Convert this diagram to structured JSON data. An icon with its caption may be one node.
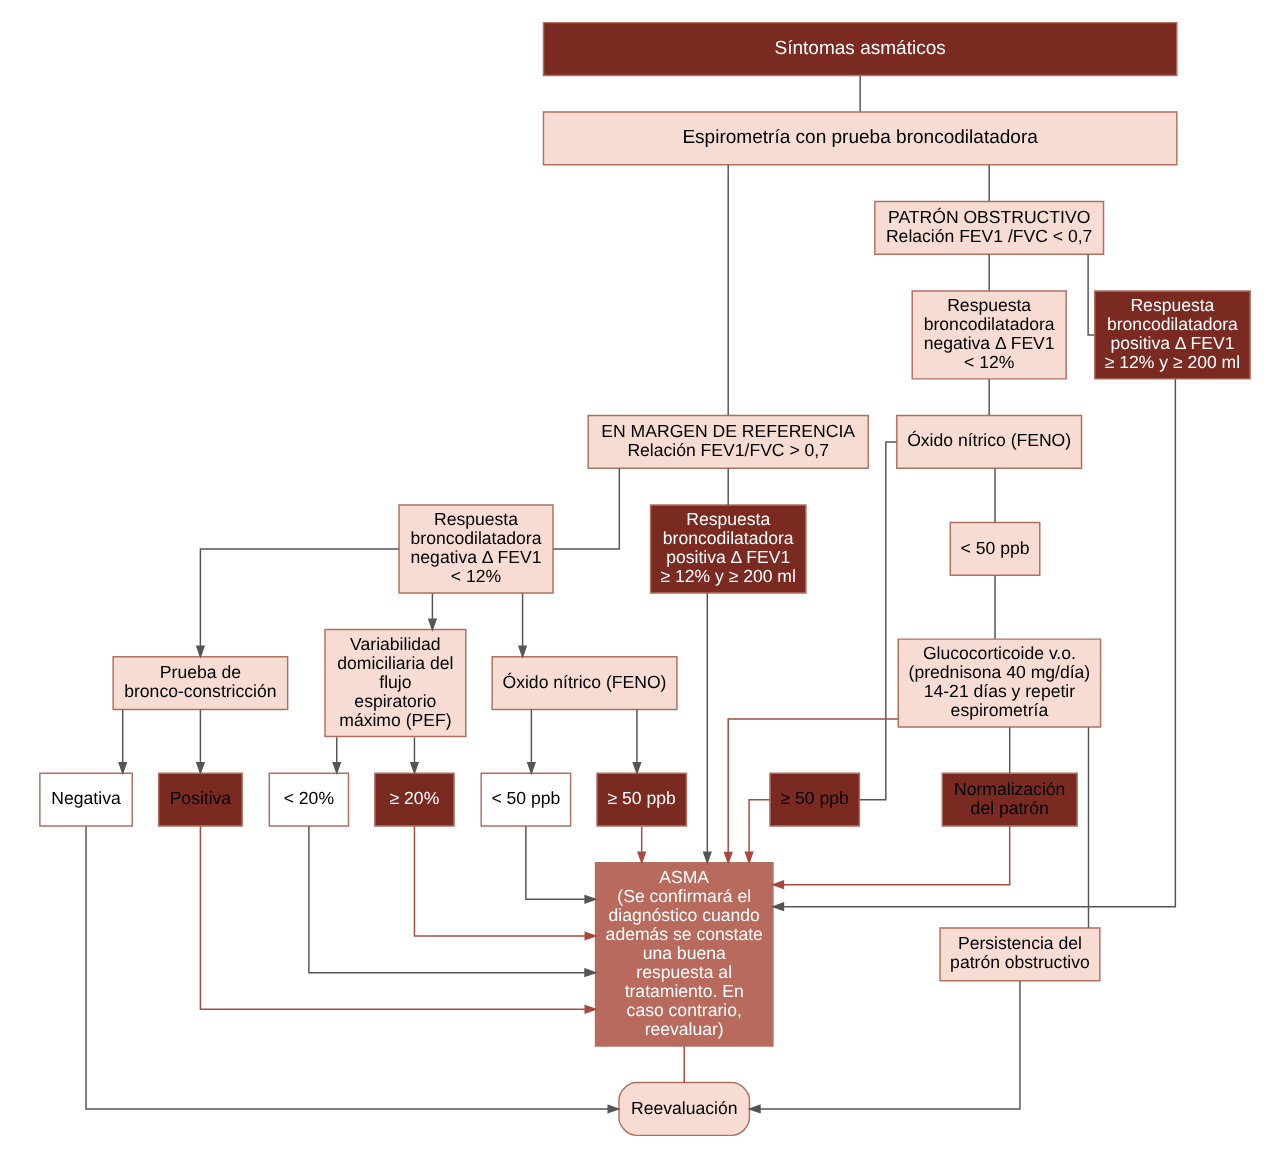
{
  "diagram": {
    "nodes": [
      {
        "text": [
          "Síntomas asmáticos"
        ]
      },
      {
        "text": [
          "Espirometría con prueba broncodilatadora"
        ]
      },
      {
        "text": [
          "EN MARGEN DE REFERENCIA",
          "Relación FEV1/FVC > 0,7"
        ]
      },
      {
        "text": [
          "PATRÓN OBSTRUCTIVO",
          "Relación FEV1 /FVC < 0,7"
        ]
      },
      {
        "text": [
          "Respuesta broncodilatadora negativa Δ FEV1 < 12%"
        ]
      },
      {
        "text": [
          "Respuesta broncodilatadora positiva Δ FEV1 ≥ 12% y ≥ 200 ml"
        ]
      },
      {
        "text": [
          "Respuesta broncodilatadora positiva Δ FEV1 ≥ 12% y ≥ 200 ml"
        ]
      },
      {
        "text": [
          "Respuesta broncodilatadora negativa Δ FEV1 < 12%"
        ]
      },
      {
        "text": [
          "Óxido nítrico (FENO)"
        ]
      },
      {
        "text": [
          "≥ 50 ppb"
        ]
      },
      {
        "text": [
          "< 50 ppb"
        ]
      },
      {
        "text": [
          "ASMA",
          "(Se confirmará el diagnóstico cuando además se constate una buena respuesta al tratamiento. En caso contrario, reevaluar)"
        ]
      },
      {
        "text": [
          "Variabilidad domiciliaria del flujo espiratorio máximo (PEF)"
        ]
      },
      {
        "text": [
          "≥ 20%"
        ]
      },
      {
        "text": [
          "< 20%"
        ]
      },
      {
        "text": [
          "Glucocorticoide v.o. (prednisona 40 mg/día) 14-21 días y repetir espirometría"
        ]
      },
      {
        "text": [
          "Óxido nítrico (FENO)"
        ]
      },
      {
        "text": [
          "≥ 50 ppb"
        ]
      },
      {
        "text": [
          "< 50 ppb"
        ]
      },
      {
        "text": [
          "Normalización del patrón"
        ]
      },
      {
        "text": [
          "Prueba de bronco-constricción"
        ]
      },
      {
        "text": [
          "Positiva"
        ]
      },
      {
        "text": [
          "Negativa"
        ]
      },
      {
        "text": [
          "Persistencia del patrón obstructivo"
        ]
      },
      {
        "text": [
          "Reevaluación"
        ]
      }
    ],
    "edges": [
      {
        "from": 0,
        "to": 1,
        "arrow": "none"
      },
      {
        "from": 1,
        "to": 2,
        "arrow": "none"
      },
      {
        "from": 1,
        "to": 3,
        "arrow": "none"
      },
      {
        "from": 2,
        "to": 4,
        "arrow": "none"
      },
      {
        "from": 2,
        "to": 5,
        "arrow": "none"
      },
      {
        "from": 3,
        "to": 6,
        "arrow": "none"
      },
      {
        "from": 3,
        "to": 7,
        "arrow": "none"
      },
      {
        "from": 7,
        "to": 8,
        "arrow": "none"
      },
      {
        "from": 5,
        "to": 11,
        "arrow": "to"
      },
      {
        "from": 6,
        "to": 11,
        "arrow": "to"
      },
      {
        "from": 8,
        "to": 9,
        "arrow": "none"
      },
      {
        "from": 8,
        "to": 10,
        "arrow": "none"
      },
      {
        "from": 9,
        "to": 11,
        "arrow": "to",
        "color": "#a8483f"
      },
      {
        "from": 4,
        "to": 12,
        "arrow": "to"
      },
      {
        "from": 4,
        "to": 16,
        "arrow": "to"
      },
      {
        "from": 4,
        "to": 20,
        "arrow": "to"
      },
      {
        "from": 12,
        "to": 13,
        "arrow": "to"
      },
      {
        "from": 12,
        "to": 14,
        "arrow": "to"
      },
      {
        "from": 13,
        "to": 11,
        "arrow": "to",
        "color": "#a8483f"
      },
      {
        "from": 14,
        "to": 11,
        "arrow": "to"
      },
      {
        "from": 16,
        "to": 17,
        "arrow": "to"
      },
      {
        "from": 16,
        "to": 18,
        "arrow": "to"
      },
      {
        "from": 17,
        "to": 11,
        "arrow": "to",
        "color": "#a8483f"
      },
      {
        "from": 18,
        "to": 11,
        "arrow": "to"
      },
      {
        "from": 10,
        "to": 15,
        "arrow": "none"
      },
      {
        "from": 15,
        "to": 11,
        "arrow": "to",
        "color": "#a8483f"
      },
      {
        "from": 15,
        "to": 19,
        "arrow": "none"
      },
      {
        "from": 15,
        "to": 23,
        "arrow": "none"
      },
      {
        "from": 19,
        "to": 11,
        "arrow": "to",
        "color": "#a8483f"
      },
      {
        "from": 20,
        "to": 21,
        "arrow": "to"
      },
      {
        "from": 20,
        "to": 22,
        "arrow": "to"
      },
      {
        "from": 21,
        "to": 11,
        "arrow": "to",
        "color": "#a8483f"
      },
      {
        "from": 22,
        "to": 24,
        "arrow": "to"
      },
      {
        "from": 11,
        "to": 24,
        "arrow": "none",
        "color": "#a8483f"
      },
      {
        "from": 23,
        "to": 24,
        "arrow": "to"
      }
    ]
  }
}
